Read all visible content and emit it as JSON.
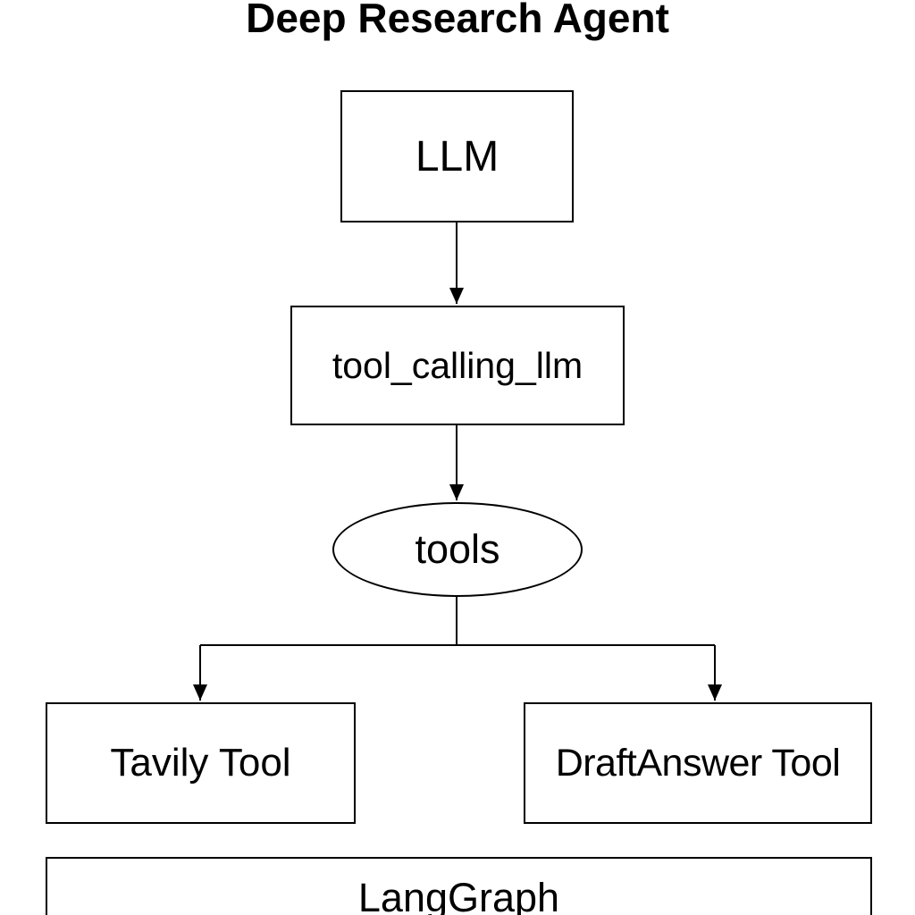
{
  "title": "Deep Research Agent",
  "nodes": {
    "llm": "LLM",
    "tool_calling_llm": "tool_calling_llm",
    "tools": "tools",
    "tavily_tool": "Tavily Tool",
    "draft_answer_tool": "DraftAnswer Tool",
    "langgraph": "LangGraph"
  },
  "edges": [
    {
      "from": "llm",
      "to": "tool_calling_llm"
    },
    {
      "from": "tool_calling_llm",
      "to": "tools"
    },
    {
      "from": "tools",
      "to": "tavily_tool"
    },
    {
      "from": "tools",
      "to": "draft_answer_tool"
    }
  ],
  "colors": {
    "stroke": "#000000",
    "background": "#ffffff"
  }
}
